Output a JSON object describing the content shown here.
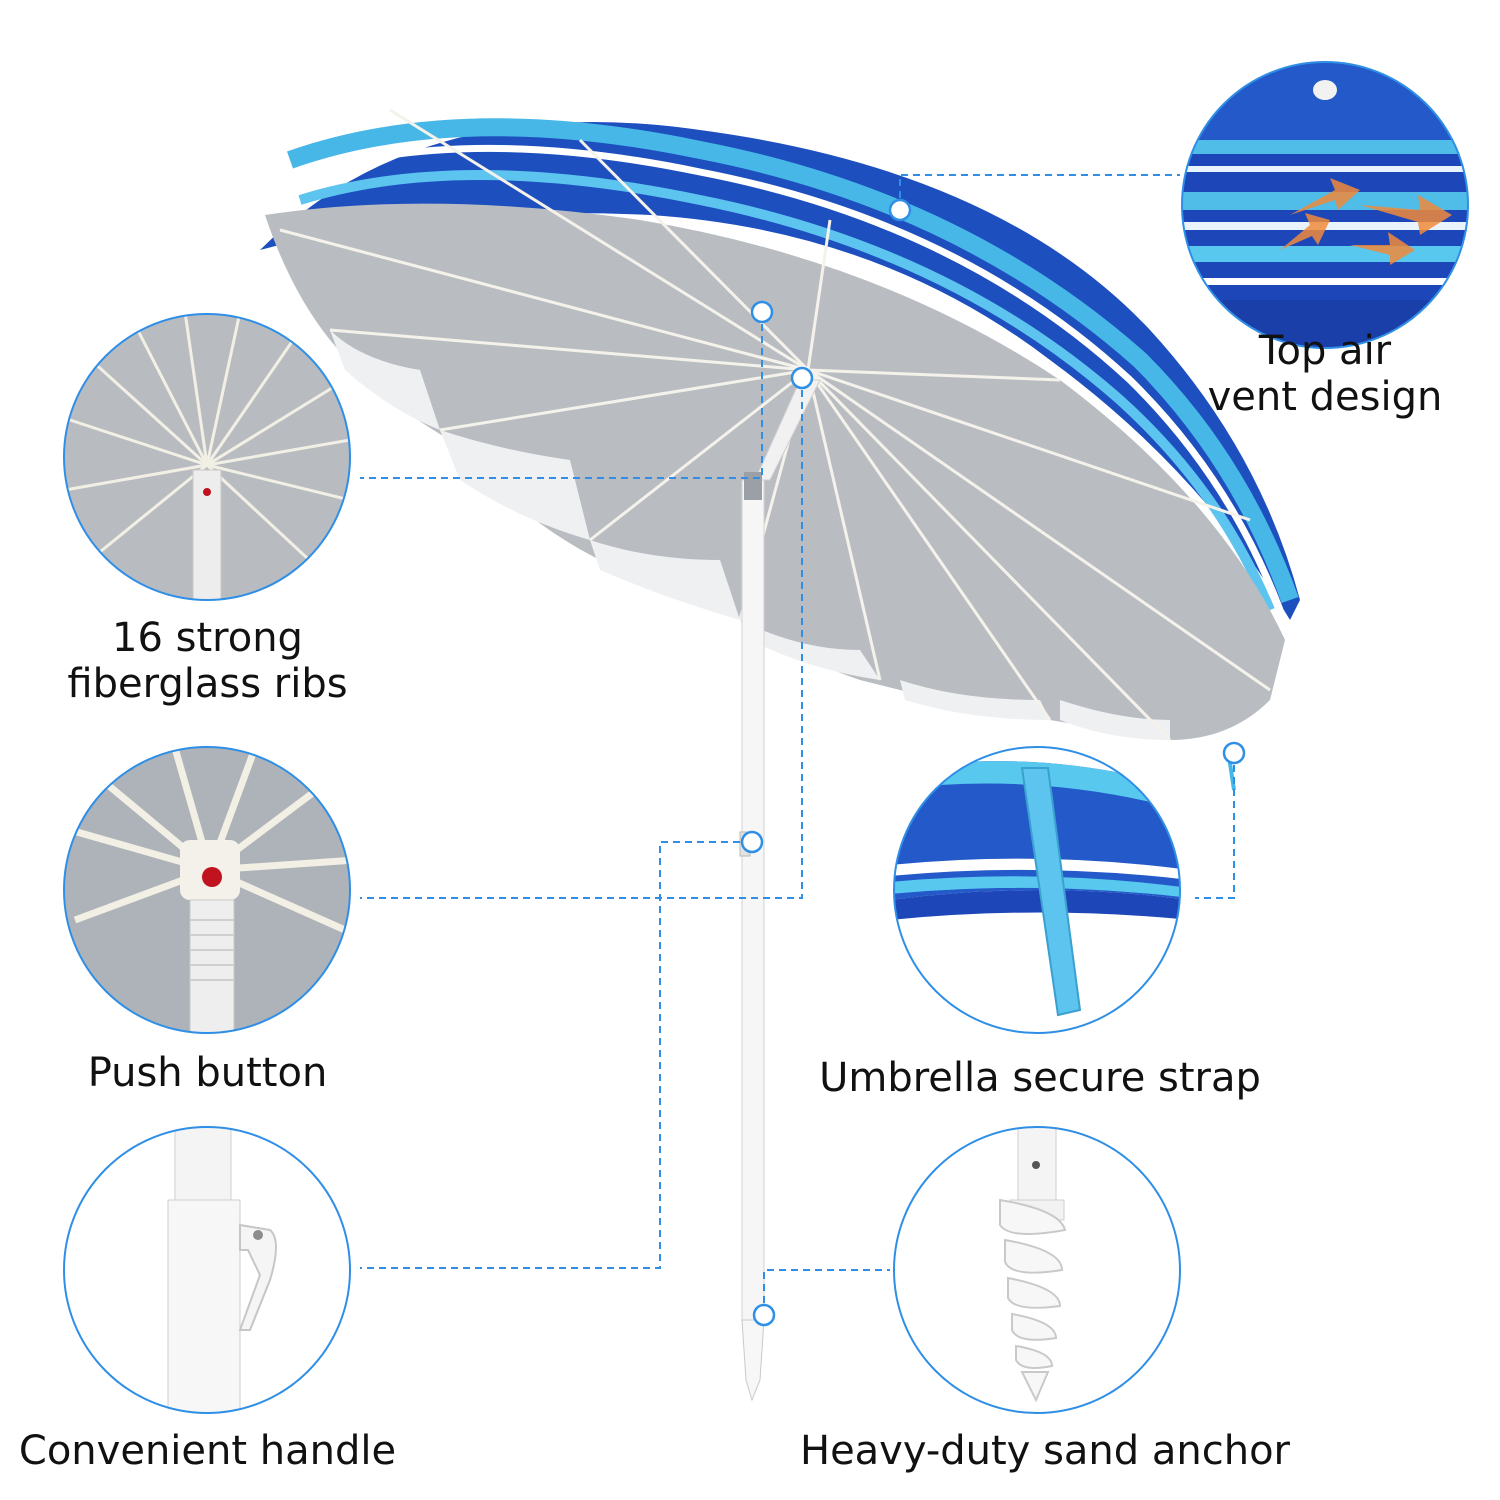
{
  "features": [
    {
      "id": "top-air-vent",
      "lines": [
        "Top air",
        "vent design"
      ]
    },
    {
      "id": "fiberglass-ribs",
      "lines": [
        "16 strong",
        "fiberglass ribs"
      ]
    },
    {
      "id": "push-button",
      "lines": [
        "Push button"
      ]
    },
    {
      "id": "secure-strap",
      "lines": [
        "Umbrella secure strap"
      ]
    },
    {
      "id": "convenient-handle",
      "lines": [
        "Convenient handle"
      ]
    },
    {
      "id": "sand-anchor",
      "lines": [
        "Heavy-duty sand anchor"
      ]
    }
  ],
  "colors": {
    "accent_blue": "#2f8fe6",
    "canopy_blue": "#1e4fbf",
    "stripe_light": "#47b7e8",
    "underside_gray": "#b9bdc2",
    "pole_white": "#f6f6f6",
    "push_button_red": "#c1121f"
  }
}
